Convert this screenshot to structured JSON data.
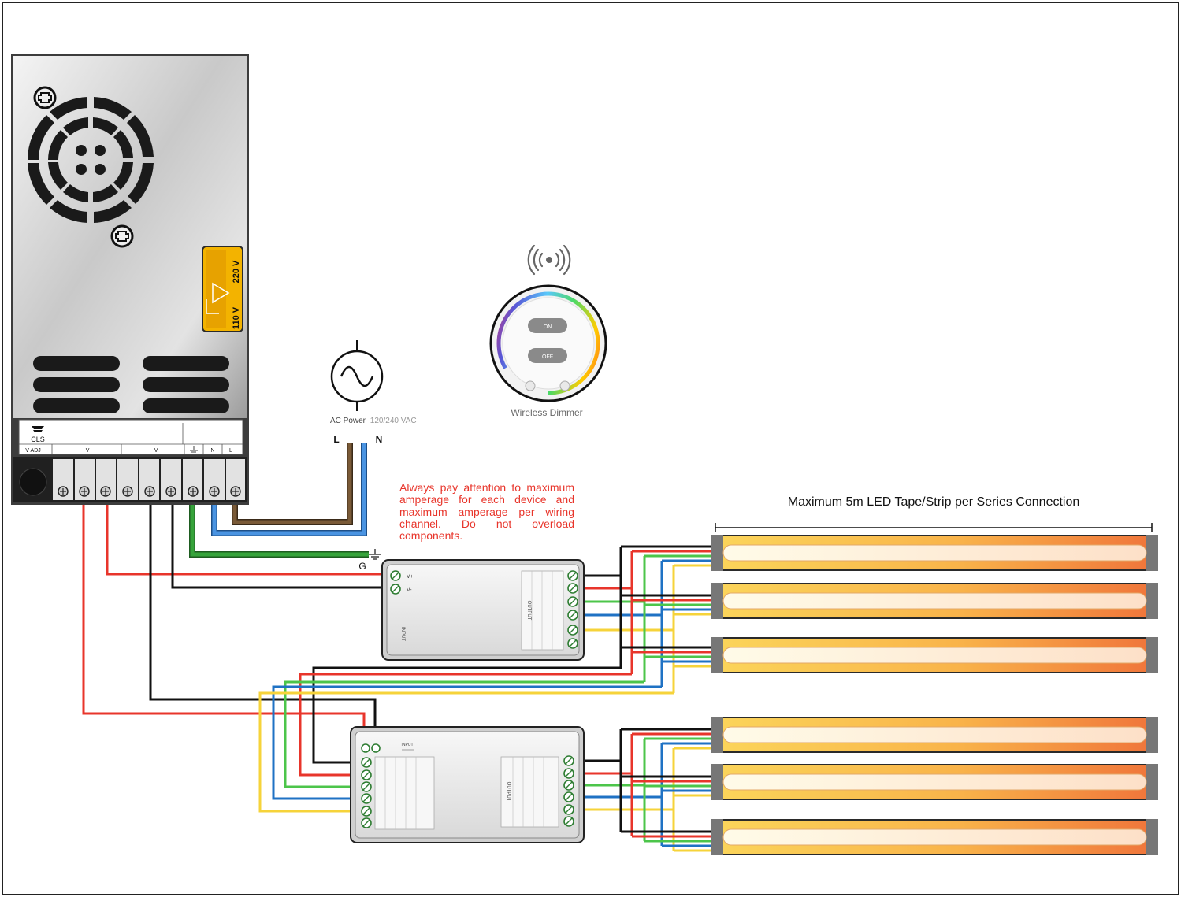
{
  "psu": {
    "brand": "CLS",
    "voltage_high": "220 V",
    "voltage_low": "110 V",
    "terminals": [
      "+V ADJ",
      "+V",
      "−V",
      "",
      "N",
      "L"
    ]
  },
  "ac": {
    "label": "AC Power",
    "voltage": "120/240 VAC",
    "live": "L",
    "neutral": "N",
    "ground": "G"
  },
  "remote": {
    "on_label": "ON",
    "off_label": "OFF",
    "caption": "Wireless Dimmer"
  },
  "note": "Always pay attention to maximum amperage for each device and maximum amperage per wiring channel.    Do not overload components.",
  "tape": {
    "title": "Maximum 5m LED Tape/Strip per Series Connection"
  },
  "receiver": {
    "v_plus": "V+",
    "v_minus": "V-",
    "output": "OUTPUT",
    "input": "INPUT"
  },
  "repeater": {
    "input": "INPUT",
    "output": "OUTPUT"
  },
  "colors": {
    "red": "#e8352b",
    "black": "#111111",
    "green": "#4cc54a",
    "blue": "#1f72c4",
    "yellow": "#f6d33a",
    "brown": "#7a5a37",
    "neutral_blue": "#4a94e2",
    "earth_green": "#36a33b",
    "warning": "#e8352b"
  },
  "icons": [
    "screw-icon",
    "fan-grille-icon",
    "voltage-switch-icon",
    "ac-source-icon",
    "wireless-signal-icon",
    "ground-icon",
    "terminal-screw-icon"
  ]
}
